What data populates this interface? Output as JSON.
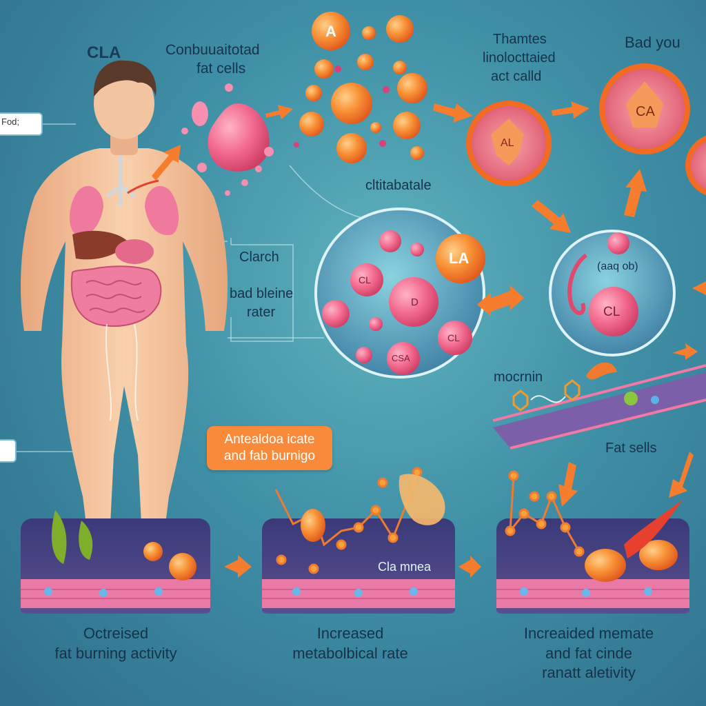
{
  "labels": {
    "cla_title": "CLA",
    "conj_1": "Conbuuaitotad",
    "conj_2": "fat cells",
    "a_badge": "A",
    "thamtes_1": "Thamtes",
    "thamtes_2": "linolocttaied",
    "thamtes_3": "act calld",
    "bad_you": "Bad you",
    "cell_al": "AL",
    "cell_ca": "CA",
    "catabatale": "cltitabatale",
    "clarch": "Clarch",
    "bad_bleine_1": "bad bleine",
    "bad_bleine_2": "rater",
    "la_badge": "LA",
    "sphere_cl1": "CL",
    "sphere_d": "D",
    "sphere_cl2": "CL",
    "sphere_csa": "CSA",
    "aaog_ob": "(aaq ob)",
    "cl_big": "CL",
    "mocrnin": "mocrnin",
    "fat_sells": "Fat sells",
    "callout_top": "Fod;",
    "orange_box_1": "Antealdoa icate",
    "orange_box_2": "and fab burnigo",
    "cla_mnea": "Cla mnea",
    "cap1_l1": "Octreised",
    "cap1_l2": "fat burning activity",
    "cap2_l1": "Increased",
    "cap2_l2": "metabolbical rate",
    "cap3_l1": "Increaided memate",
    "cap3_l2": "and  fat cinde",
    "cap3_l3": "ranatt aletivity"
  },
  "colors": {
    "accent_orange": "#f77d2e",
    "cell_pink": "#f0628a",
    "body_skin": "#f4c49b",
    "tissue_purple": "#4b4a82",
    "tissue_pink": "#e97aa6"
  },
  "icons": [
    "arrow-icon",
    "fat-cell-icon",
    "molecule-icon",
    "organ-icon"
  ]
}
